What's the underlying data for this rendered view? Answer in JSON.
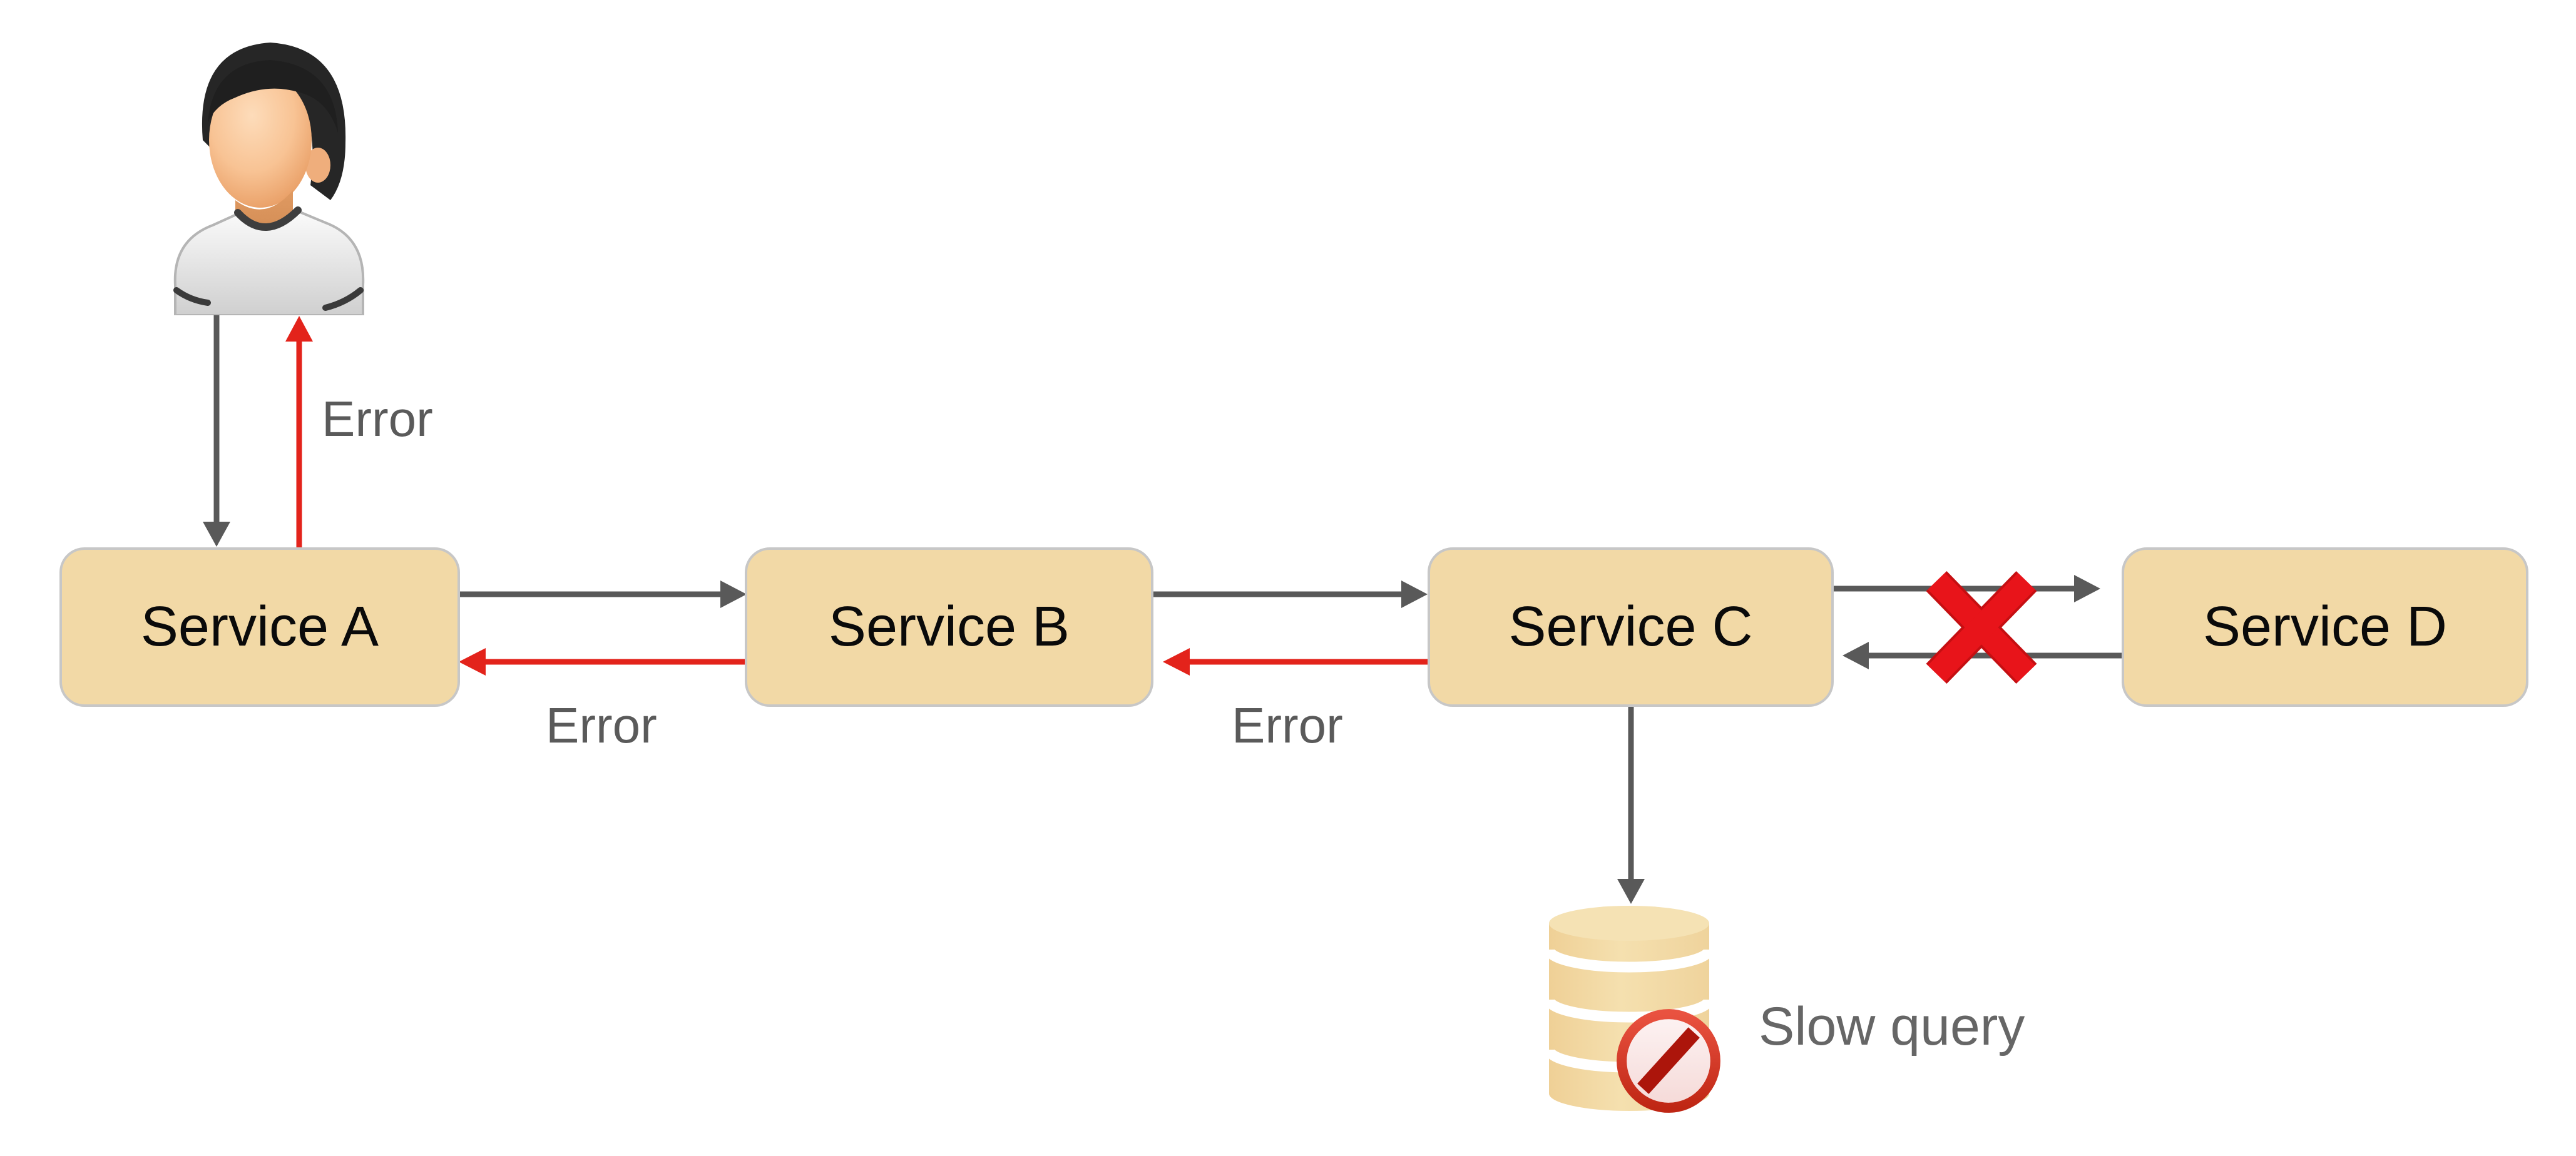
{
  "diagram": {
    "services": [
      {
        "label": "Service A"
      },
      {
        "label": "Service B"
      },
      {
        "label": "Service C"
      },
      {
        "label": "Service D"
      }
    ],
    "edge_labels": {
      "a_to_user_error": "Error",
      "b_to_a_error": "Error",
      "c_to_b_error": "Error"
    },
    "annotations": {
      "slow_query": "Slow query"
    },
    "icons": {
      "user": "user-person-icon",
      "database": "database-cylinder-icon",
      "blocked": "no-entry-icon",
      "failure": "red-x-icon"
    },
    "colors": {
      "node_fill": "#F2D9A6",
      "node_border": "#C7C7C7",
      "arrow_gray": "#595959",
      "arrow_red": "#E3231B",
      "fail_x_red": "#E8141A",
      "label_gray": "#5A5A5A",
      "slow_query_gray": "#666666"
    }
  }
}
